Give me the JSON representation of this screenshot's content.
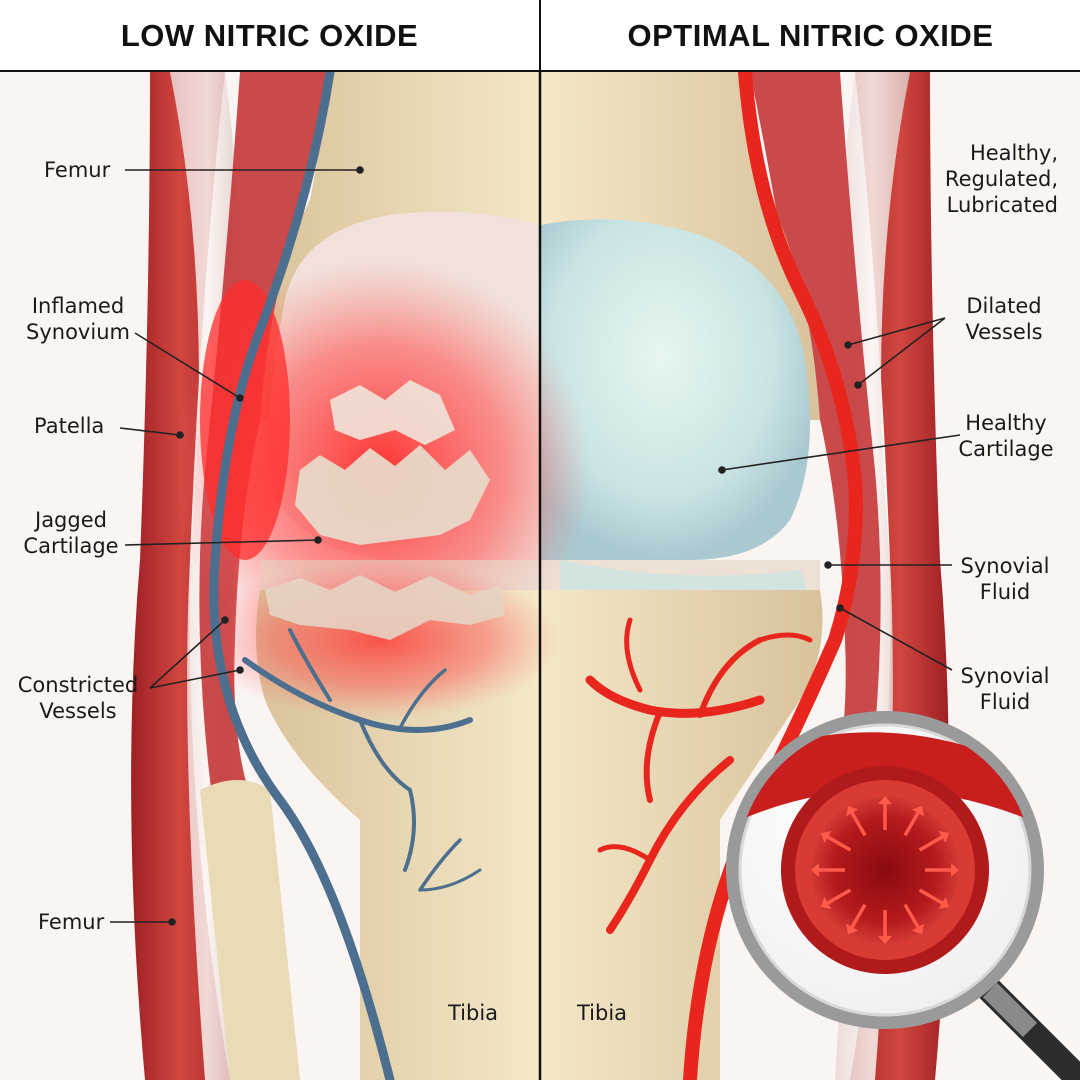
{
  "headers": {
    "left": "LOW NITRIC OXIDE",
    "right": "OPTIMAL NITRIC OXIDE"
  },
  "labels_left": {
    "femur_top": "Femur",
    "synovium_line1": "Inflamed",
    "synovium_line2": "Synovium",
    "patella": "Patella",
    "cartilage_line1": "Jagged",
    "cartilage_line2": "Cartilage",
    "vessels_line1": "Constricted",
    "vessels_line2": "Vessels",
    "femur_bottom": "Femur",
    "tibia": "Tibia"
  },
  "labels_right": {
    "state_line1": "Healthy,",
    "state_line2": "Regulated,",
    "state_line3": "Lubricated",
    "vessels_line1": "Dilated",
    "vessels_line2": "Vessels",
    "cartilage_line1": "Healthy",
    "cartilage_line2": "Cartilage",
    "fluid1_line1": "Synovial",
    "fluid1_line2": "Fluid",
    "fluid2_line1": "Synovial",
    "fluid2_line2": "Fluid",
    "tibia": "Tibia"
  },
  "colors": {
    "muscle": "#c8383a",
    "bone": "#efe2bf",
    "constricted_vessel": "#4d6f8f",
    "healthy_vessel": "#e8261e",
    "inflammation": "#ff3b3b",
    "healthy_cartilage": "#d4ecea"
  },
  "icons": {
    "magnifier": "magnifier-icon",
    "dilation_arrows": "arrow-icon"
  }
}
